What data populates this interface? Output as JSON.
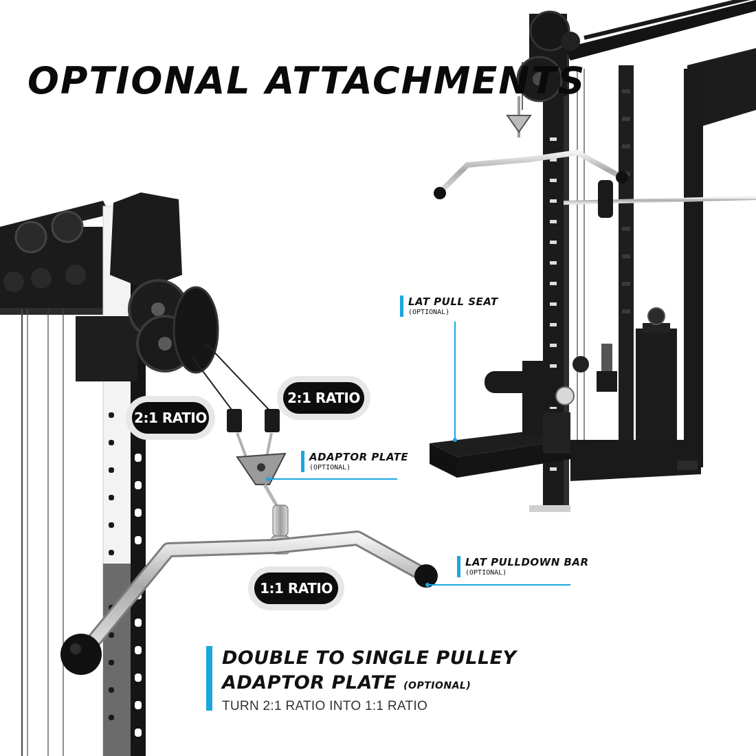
{
  "title": "OPTIONAL ATTACHMENTS",
  "badges": {
    "left_ratio": "2:1 RATIO",
    "right_ratio": "2:1 RATIO",
    "bottom_ratio": "1:1 RATIO"
  },
  "callouts": {
    "lat_pull_seat": {
      "name": "LAT PULL SEAT",
      "note": "(OPTIONAL)"
    },
    "adaptor_plate": {
      "name": "ADAPTOR PLATE",
      "note": "(OPTIONAL)"
    },
    "lat_pulldown_bar": {
      "name": "LAT PULLDOWN BAR",
      "note": "(OPTIONAL)"
    }
  },
  "feature": {
    "line1": "DOUBLE TO SINGLE PULLEY",
    "line2": "ADAPTOR PLATE",
    "line2_note": "(OPTIONAL)",
    "description": "TURN 2:1 RATIO INTO 1:1 RATIO"
  },
  "colors": {
    "accent": "#1aa7e0",
    "steel": "#1a1a1a",
    "badge": "#0d0d0d",
    "chrome": "#c9c9c9"
  }
}
